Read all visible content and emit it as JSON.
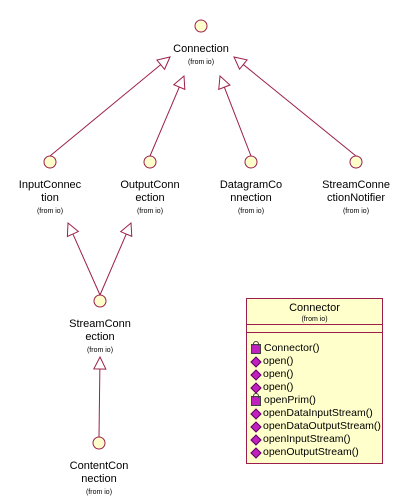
{
  "nodes": [
    {
      "id": "connection",
      "label_lines": [
        "Connection"
      ],
      "from": "(from io)"
    },
    {
      "id": "input-connection",
      "label_lines": [
        "InputConnec",
        "tion"
      ],
      "from": "(from io)"
    },
    {
      "id": "output-connection",
      "label_lines": [
        "OutputConn",
        "ection"
      ],
      "from": "(from io)"
    },
    {
      "id": "datagram-connection",
      "label_lines": [
        "DatagramCo",
        "nnection"
      ],
      "from": "(from io)"
    },
    {
      "id": "stream-connection-notifier",
      "label_lines": [
        "StreamConne",
        "ctionNotifier"
      ],
      "from": "(from io)"
    },
    {
      "id": "stream-connection",
      "label_lines": [
        "StreamConn",
        "ection"
      ],
      "from": "(from io)"
    },
    {
      "id": "content-connection",
      "label_lines": [
        "ContentCon",
        "nection"
      ],
      "from": "(from io)"
    }
  ],
  "edges": [
    {
      "child": "input-connection",
      "parent": "connection"
    },
    {
      "child": "output-connection",
      "parent": "connection"
    },
    {
      "child": "datagram-connection",
      "parent": "connection"
    },
    {
      "child": "stream-connection-notifier",
      "parent": "connection"
    },
    {
      "child": "stream-connection",
      "parent": "input-connection"
    },
    {
      "child": "stream-connection",
      "parent": "output-connection"
    },
    {
      "child": "content-connection",
      "parent": "stream-connection"
    }
  ],
  "connector_class": {
    "name": "Connector",
    "from": "(from io)",
    "operations": [
      {
        "name": "Connector()",
        "visibility": "protected"
      },
      {
        "name": "open()",
        "visibility": "public"
      },
      {
        "name": "open()",
        "visibility": "public"
      },
      {
        "name": "open()",
        "visibility": "public"
      },
      {
        "name": "openPrim()",
        "visibility": "protected"
      },
      {
        "name": "openDataInputStream()",
        "visibility": "public"
      },
      {
        "name": "openDataOutputStream()",
        "visibility": "public"
      },
      {
        "name": "openInputStream()",
        "visibility": "public"
      },
      {
        "name": "openOutputStream()",
        "visibility": "public"
      }
    ]
  },
  "colors": {
    "line": "#9c1f4b",
    "fill": "#ffffcc",
    "protected_icon": "#c020c0"
  }
}
